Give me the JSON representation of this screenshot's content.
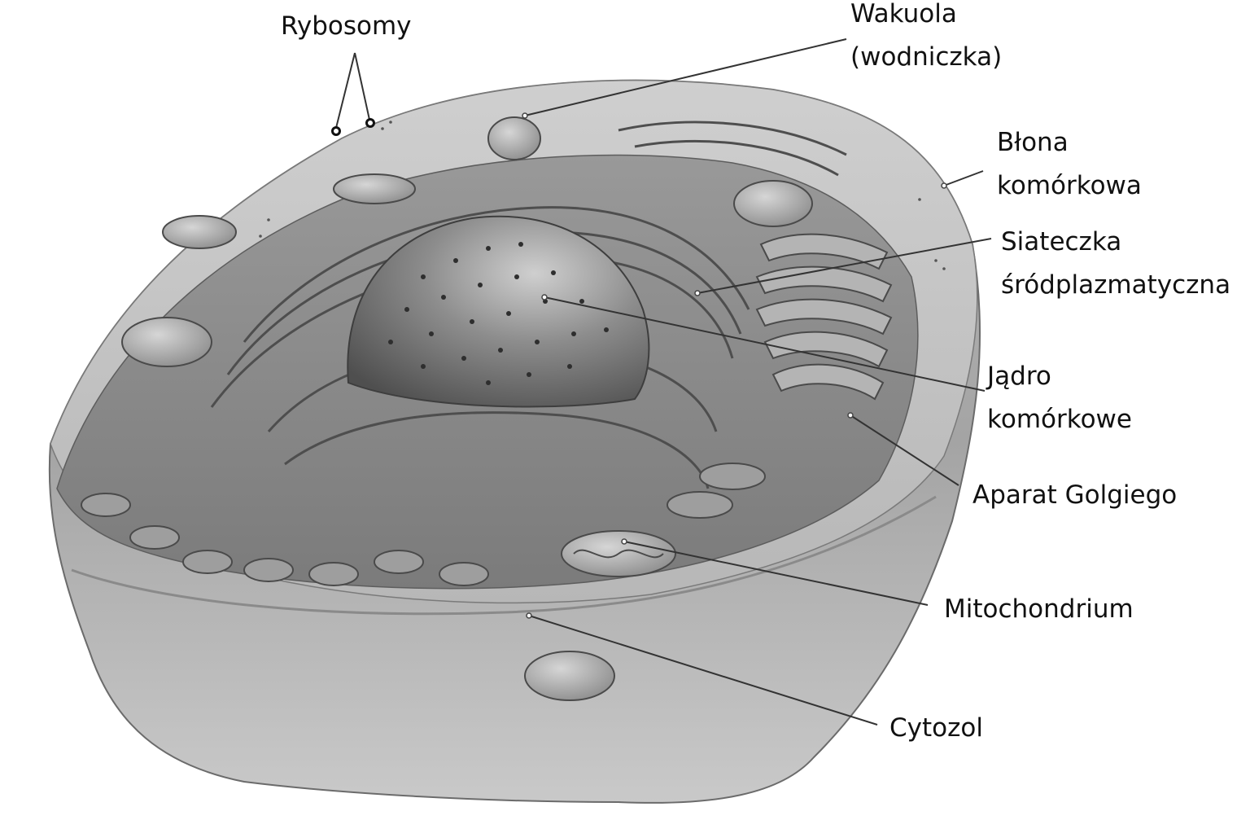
{
  "diagram": {
    "background": "#ffffff",
    "cell_tone": "#9a9a9a",
    "line_color": "#333333",
    "labels": {
      "rybosomy": "Rybosomy",
      "wakuola": [
        "Wakuola",
        "(wodniczka)"
      ],
      "blona": [
        "Błona",
        "komórkowa"
      ],
      "siateczka": [
        "Siateczka",
        "śródplazmatyczna"
      ],
      "jadro": [
        "Jądro",
        "komórkowe"
      ],
      "golgi": "Aparat Golgiego",
      "mitochondrium": "Mitochondrium",
      "cytozol": "Cytozol"
    }
  }
}
